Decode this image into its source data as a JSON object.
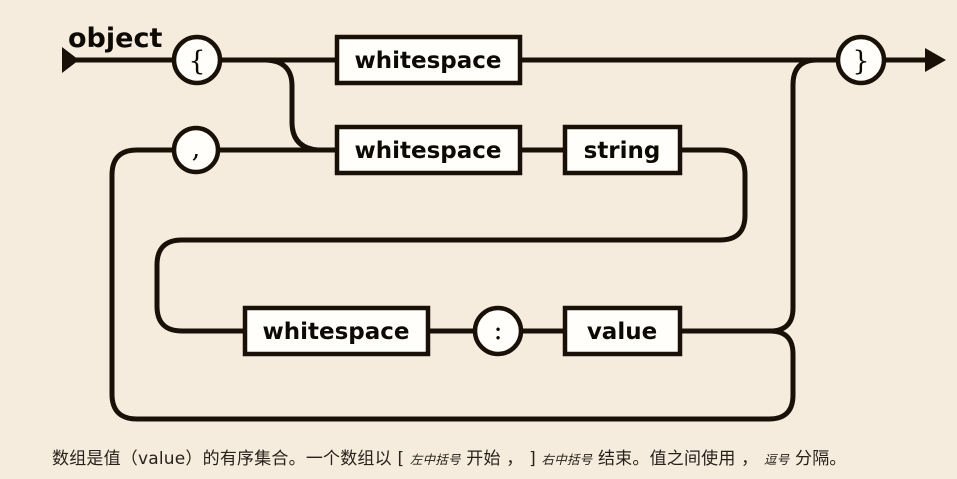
{
  "colors": {
    "background": "#f6ecdd",
    "line": "#191008",
    "node_fill": "#fffefb",
    "text": "#0d0903",
    "caption_text": "#27211a"
  },
  "diagram": {
    "title": "object",
    "terminals": {
      "open_brace": "{",
      "comma": ",",
      "colon": ":",
      "close_brace": "}"
    },
    "nonterminals": {
      "whitespace_top": "whitespace",
      "whitespace_mid": "whitespace",
      "whitespace_bottom": "whitespace",
      "string": "string",
      "value": "value"
    }
  },
  "caption": {
    "part1": "数组是值（value）的有序集合。一个数组以 [ ",
    "left_bracket_term": "左中括号",
    "part2": " 开始 ， ] ",
    "right_bracket_term": "右中括号",
    "part3": " 结束。值之间使用 ， ",
    "comma_term": "逗号",
    "part4": " 分隔。"
  }
}
